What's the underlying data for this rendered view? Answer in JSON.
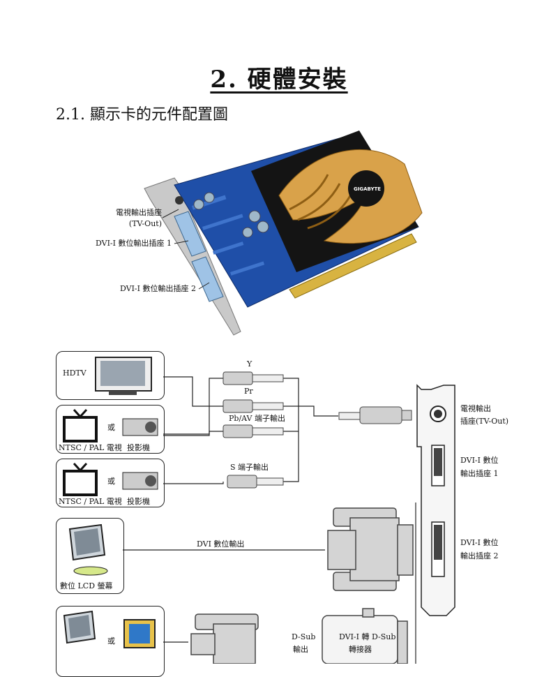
{
  "chapter": {
    "title": "2. 硬體安裝"
  },
  "section": {
    "title": "2.1. 顯示卡的元件配置圖"
  },
  "card_photo": {
    "brand": "GIGABYTE",
    "callouts": {
      "tv_out": "電視輸出插座",
      "tv_out_en": "(TV-Out)",
      "dvi1": "DVI-I 數位輸出插座 1",
      "dvi2": "DVI-I 數位輸出插座 2"
    }
  },
  "connections": {
    "hdtv": "HDTV",
    "ntsc_tv": "NTSC / PAL 電視",
    "or": "或",
    "projector": "投影機",
    "y": "Y",
    "pr": "Pr",
    "pb_av": "Pb/AV 端子輸出",
    "s_video": "S 端子輸出",
    "dvi_out": "DVI 數位輸出",
    "lcd": "數位 LCD 螢幕",
    "dsub_out_1": "D-Sub",
    "dsub_out_2": "輸出",
    "adapter_1": "DVI-I 轉 D-Sub",
    "adapter_2": "轉接器",
    "bracket_tv_1": "電視輸出",
    "bracket_tv_2": "插座(TV-Out)",
    "bracket_dvi1_1": "DVI-I 數位",
    "bracket_dvi1_2": "輸出插座 1",
    "bracket_dvi2_1": "DVI-I 數位",
    "bracket_dvi2_2": "輸出插座 2"
  },
  "colors": {
    "pcb_blue": "#1f4fa8",
    "cooler_orange": "#d9a24a",
    "fan_black": "#141414",
    "connector_blue": "#9fc3e6",
    "line": "#222222"
  }
}
